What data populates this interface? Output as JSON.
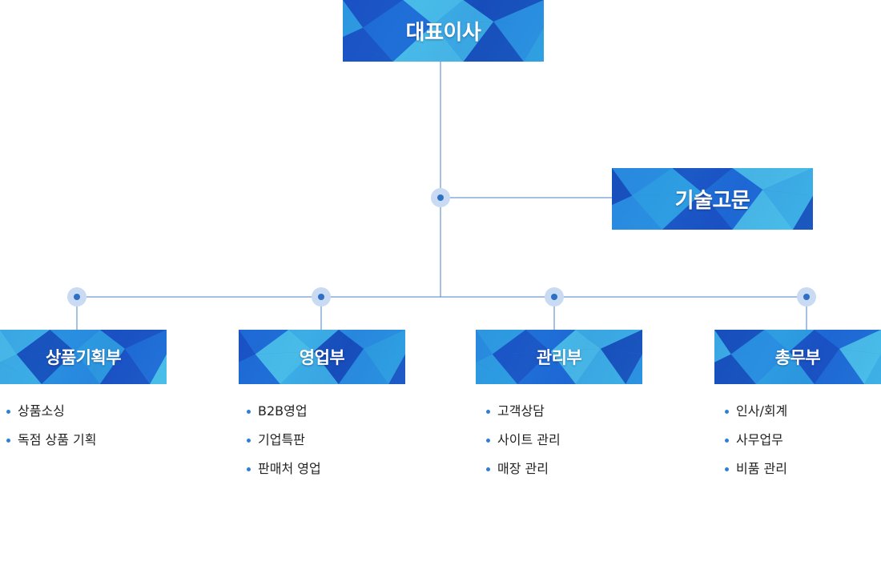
{
  "org": {
    "ceo": "대표이사",
    "advisor": "기술고문",
    "departments": [
      {
        "name": "상품기획부",
        "duties": [
          "상품소싱",
          "독점 상품 기획"
        ]
      },
      {
        "name": "영업부",
        "duties": [
          "B2B영업",
          "기업특판",
          "판매처 영업"
        ]
      },
      {
        "name": "관리부",
        "duties": [
          "고객상담",
          "사이트 관리",
          "매장 관리"
        ]
      },
      {
        "name": "총무부",
        "duties": [
          "인사/회계",
          "사무업무",
          "비품 관리"
        ]
      }
    ]
  },
  "colors": {
    "line": "#4a83c9",
    "node_halo": "#c9dbf3",
    "node_core": "#2f6fc4",
    "box_dark": "#1a4fc2",
    "box_mid": "#2a8fe0",
    "box_light": "#3fb3e6",
    "bullet": "#2f7fd8"
  }
}
